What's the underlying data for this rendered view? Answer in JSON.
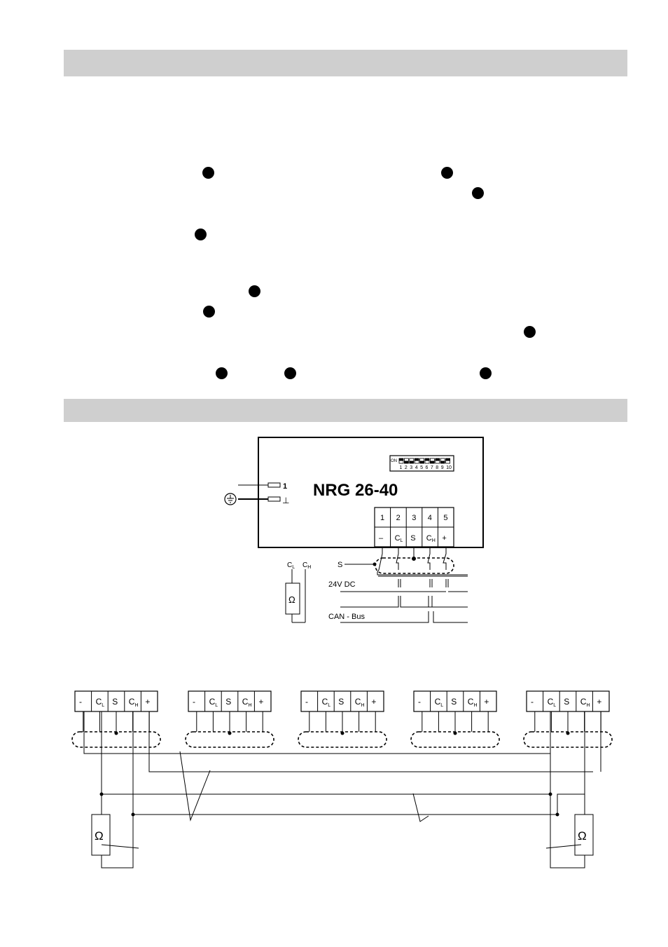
{
  "device": {
    "model": "NRG 26-40",
    "earth_terminal": "1",
    "ground_terminal": "⊥",
    "dip_on_label": "ON",
    "dip_numbers": [
      "1",
      "2",
      "3",
      "4",
      "5",
      "6",
      "7",
      "8",
      "9",
      "10"
    ],
    "terminal_numbers": [
      "1",
      "2",
      "3",
      "4",
      "5"
    ],
    "terminal_labels": [
      {
        "main": "–",
        "sub": ""
      },
      {
        "main": "C",
        "sub": "L"
      },
      {
        "main": "S",
        "sub": ""
      },
      {
        "main": "C",
        "sub": "H"
      },
      {
        "main": "+",
        "sub": ""
      }
    ]
  },
  "wiring": {
    "shield_label": "S",
    "power_label": "24V DC",
    "bus_label": "CAN - Bus",
    "resistor_symbol": "Ω",
    "cl_label": {
      "main": "C",
      "sub": "L"
    },
    "ch_label": {
      "main": "C",
      "sub": "H"
    }
  },
  "bus_chain": {
    "node_labels": [
      {
        "main": "-",
        "sub": ""
      },
      {
        "main": "C",
        "sub": "L"
      },
      {
        "main": "S",
        "sub": ""
      },
      {
        "main": "C",
        "sub": "H"
      },
      {
        "main": "+",
        "sub": ""
      }
    ],
    "resistor_symbol": "Ω"
  },
  "icons": {
    "marker": "filled-circle-marker",
    "earth": "earth-ground-icon"
  }
}
